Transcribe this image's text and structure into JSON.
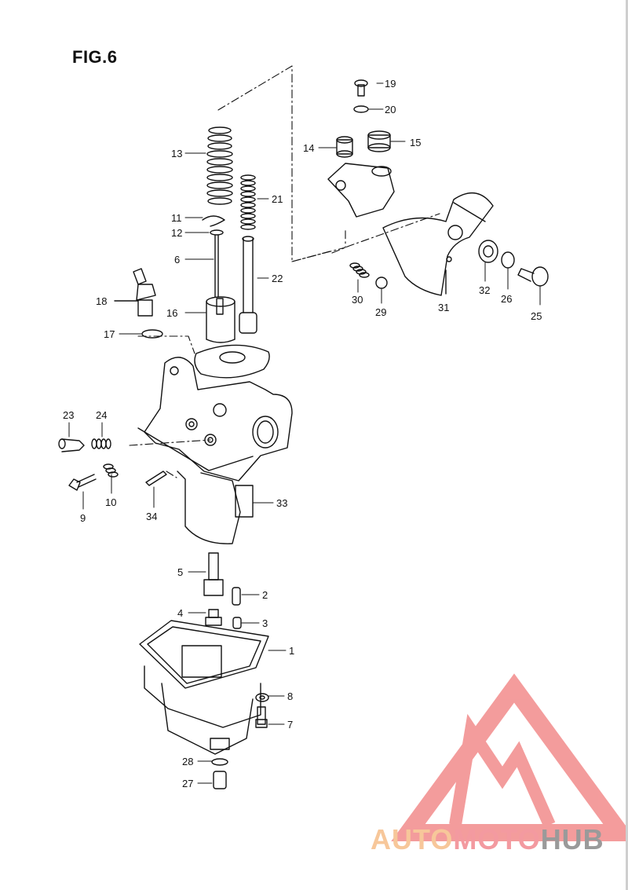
{
  "figure": {
    "title": "FIG.6"
  },
  "brand": {
    "part1": "AUTO",
    "part2": "MOTO",
    "part3": "HUB"
  },
  "colors": {
    "line": "#111111",
    "logo_red": "#f28b8b",
    "logo_orange": "#f7c79a",
    "logo_gray": "#9a9a9a"
  },
  "parts": [
    {
      "key": "p1",
      "label": "1"
    },
    {
      "key": "p2",
      "label": "2"
    },
    {
      "key": "p3",
      "label": "3"
    },
    {
      "key": "p4",
      "label": "4"
    },
    {
      "key": "p5",
      "label": "5"
    },
    {
      "key": "p6",
      "label": "6"
    },
    {
      "key": "p7",
      "label": "7"
    },
    {
      "key": "p8",
      "label": "8"
    },
    {
      "key": "p9",
      "label": "9"
    },
    {
      "key": "p10",
      "label": "10"
    },
    {
      "key": "p11",
      "label": "11"
    },
    {
      "key": "p12",
      "label": "12"
    },
    {
      "key": "p13",
      "label": "13"
    },
    {
      "key": "p14",
      "label": "14"
    },
    {
      "key": "p15",
      "label": "15"
    },
    {
      "key": "p16",
      "label": "16"
    },
    {
      "key": "p17",
      "label": "17"
    },
    {
      "key": "p18",
      "label": "18"
    },
    {
      "key": "p19",
      "label": "19"
    },
    {
      "key": "p20",
      "label": "20"
    },
    {
      "key": "p21",
      "label": "21"
    },
    {
      "key": "p22",
      "label": "22"
    },
    {
      "key": "p23",
      "label": "23"
    },
    {
      "key": "p24",
      "label": "24"
    },
    {
      "key": "p25",
      "label": "25"
    },
    {
      "key": "p26",
      "label": "26"
    },
    {
      "key": "p27",
      "label": "27"
    },
    {
      "key": "p28",
      "label": "28"
    },
    {
      "key": "p29",
      "label": "29"
    },
    {
      "key": "p30",
      "label": "30"
    },
    {
      "key": "p31",
      "label": "31"
    },
    {
      "key": "p32",
      "label": "32"
    },
    {
      "key": "p33",
      "label": "33"
    },
    {
      "key": "p34",
      "label": "34"
    }
  ]
}
